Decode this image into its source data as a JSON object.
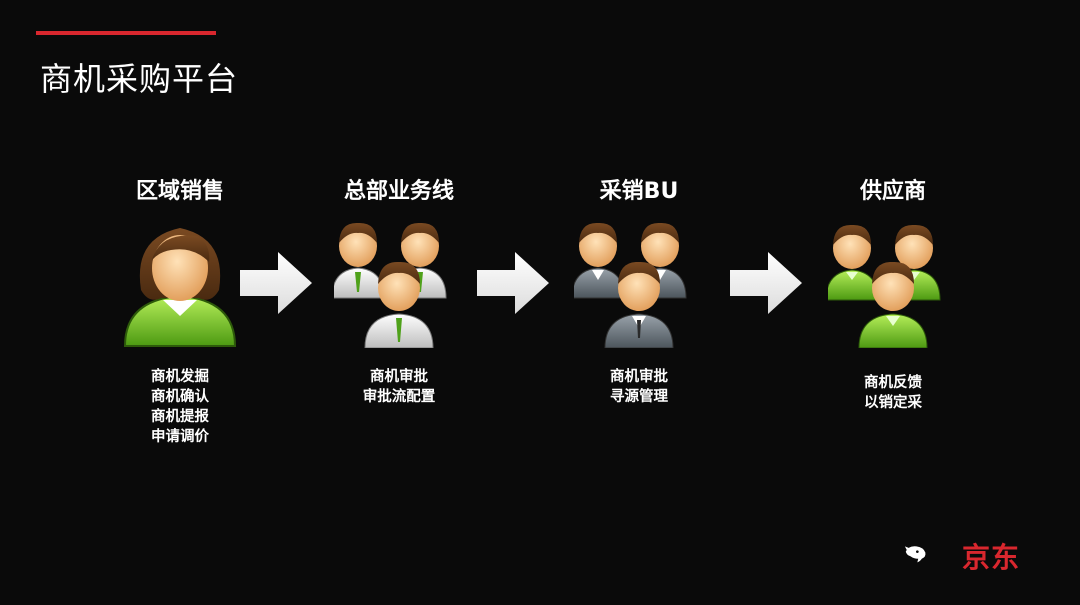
{
  "slide": {
    "title": "商机采购平台",
    "accent_color": "#d9272e"
  },
  "stages": [
    {
      "title": "区域销售",
      "icon": "female-user-icon",
      "desc": [
        "商机发掘",
        "商机确认",
        "商机提报",
        "申请调价"
      ]
    },
    {
      "title": "总部业务线",
      "icon": "user-group-icon",
      "desc": [
        "商机审批",
        "审批流配置"
      ]
    },
    {
      "title": "采销BU",
      "icon": "user-group-icon",
      "desc": [
        "商机审批",
        "寻源管理"
      ]
    },
    {
      "title": "供应商",
      "icon": "user-group-icon",
      "desc": [
        "商机反馈",
        "以销定采"
      ]
    }
  ],
  "logo": {
    "text": "京东",
    "icon": "jd-dog-logo-icon",
    "color": "#d9272e"
  }
}
